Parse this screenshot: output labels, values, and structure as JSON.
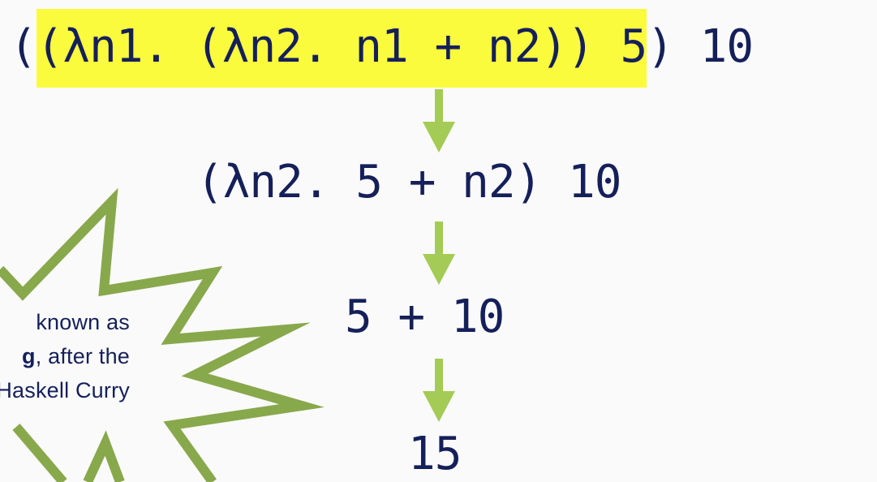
{
  "expressions": {
    "step1": {
      "prefix": "(",
      "highlighted": "(λn1. (λn2. n1 + n2)) 5",
      "suffix": ") 10"
    },
    "step2": "(λn2. 5 + n2) 10",
    "step3": "5 + 10",
    "step4": "15"
  },
  "callout": {
    "line1": "known as",
    "line2_bold": "g",
    "line2_rest": ", after the",
    "line3": "Haskell Curry"
  },
  "colors": {
    "text": "#15205a",
    "highlight": "#fbfb3e",
    "arrow": "#a4cb55",
    "burst": "#88a84c",
    "background": "#fafafa"
  },
  "icons": {
    "arrow": "arrow-down-icon",
    "burst": "starburst-callout"
  }
}
